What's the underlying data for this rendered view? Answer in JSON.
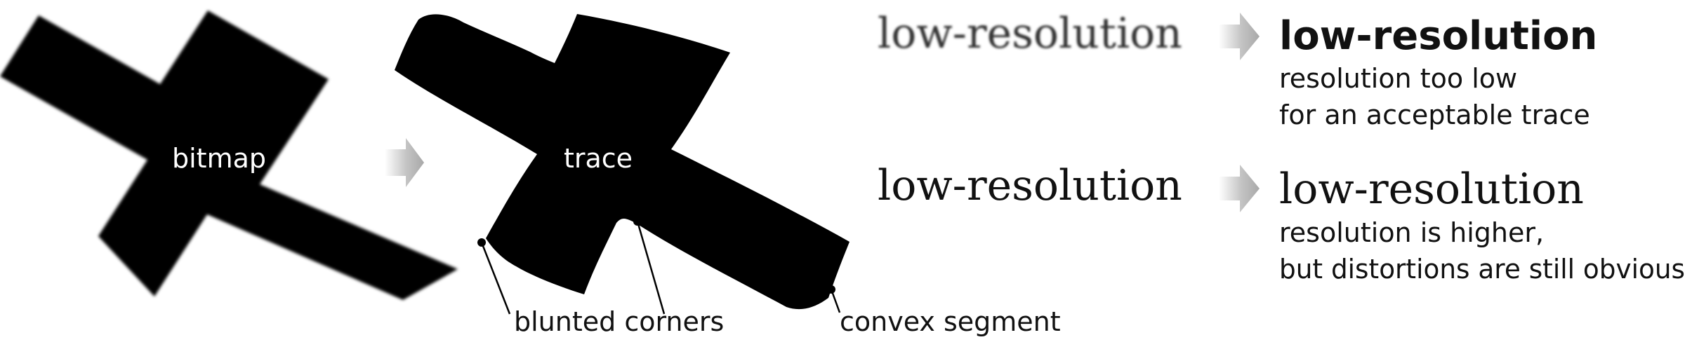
{
  "left_panel": {
    "bitmap_label": "bitmap",
    "trace_label": "trace",
    "callouts": {
      "blunted": "blunted corners",
      "convex": "convex segment"
    }
  },
  "right_panel": {
    "row1": {
      "source_text": "low-resolution",
      "traced_text": "low-resolution",
      "caption_line1": "resolution too low",
      "caption_line2": "for an acceptable trace"
    },
    "row2": {
      "source_text": "low-resolution",
      "traced_text": "low-resolution",
      "caption_line1": "resolution is higher,",
      "caption_line2": "but distortions are still obvious"
    }
  },
  "colors": {
    "shape": "#000000",
    "arrow": "#bdbdbd",
    "text": "#111111"
  }
}
